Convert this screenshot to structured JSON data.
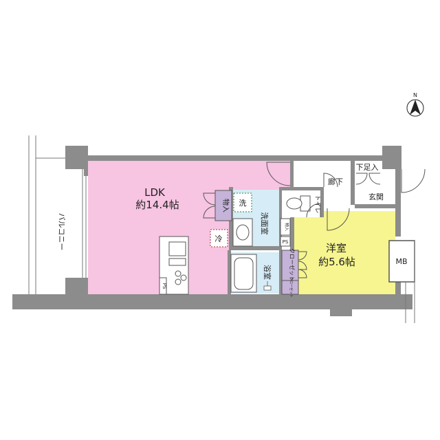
{
  "compass": {
    "label": "N"
  },
  "rooms": {
    "ldk": {
      "name": "LDK",
      "size": "約14.4帖",
      "color": "#f7c4e2"
    },
    "western": {
      "name": "洋室",
      "size": "約5.6帖",
      "color": "#f6f58f"
    },
    "hallway": {
      "name": "廊下"
    },
    "entrance": {
      "name": "玄関"
    },
    "shoe_storage": {
      "name": "下足入"
    },
    "toilet": {
      "name": "トイレ"
    },
    "washroom": {
      "name": "洗面室",
      "color": "#d6ecf6"
    },
    "bathroom": {
      "name": "浴室",
      "color": "#d6ecf6"
    },
    "storage_ldk": {
      "name": "物入",
      "color": "#c5b3d9"
    },
    "storage_small": {
      "name": "物入"
    },
    "closet_upper": {
      "name": "クローゼット"
    },
    "closet_lower": {
      "name": "クローゼット"
    },
    "balcony": {
      "name": "バルコニー"
    },
    "meter_box": {
      "name": "MB"
    },
    "ps_kitchen": {
      "name": "PS"
    },
    "ps_wash": {
      "name": "PS"
    },
    "washer": {
      "name": "洗"
    },
    "fridge": {
      "name": "冷"
    }
  },
  "colors": {
    "wall": "#8c8c8c",
    "closet": "#c5b3d9",
    "line": "#555555"
  }
}
